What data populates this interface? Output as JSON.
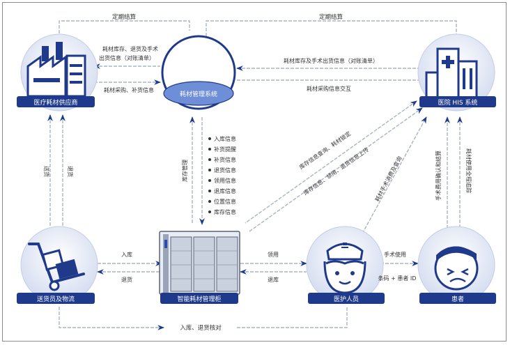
{
  "nodes": {
    "supplier": "医疗耗材供应商",
    "system": "耗材管理系统",
    "his": "医院 HIS 系统",
    "delivery": "送货员及物流",
    "cabinet": "智能耗材管理柜",
    "staff": "医护人员",
    "patient": "患者"
  },
  "edges": {
    "settle_left": "定期结算",
    "settle_right": "定期结算",
    "sys_to_supplier_1": "耗材库存、退货及手术",
    "sys_to_supplier_2": "出货信息（对账清单）",
    "supplier_to_sys": "耗材采购、补货信息",
    "sys_his_top": "耗材库存及手术出货信息（对账清单）",
    "sys_his_bottom": "耗材采购信息交互",
    "supplier_delivery_1": "送货",
    "supplier_delivery_2": "退货",
    "cabinet_sys": "库存管理",
    "info_list": [
      "入库信息",
      "补货提醒",
      "补货信息",
      "退货信息",
      "领用信息",
      "退库信息",
      "位置信息",
      "库存信息"
    ],
    "his_cabinet_1": "库存信息查询、耗材锁定",
    "his_cabinet_2": "库存信息、领用、退货信息上传",
    "staff_his": "耗材手术消费及查询",
    "his_patient_1": "手术费用确认和结算",
    "his_patient_2": "耗材使用全程追踪",
    "stockin": "入库",
    "return": "退货",
    "use": "领用",
    "restock": "退库",
    "surgery_use": "手术使用",
    "barcode": "条码 + 患者 ID",
    "bottom": "入库、退货核对"
  },
  "colors": {
    "accent": "#1f3a8a",
    "icon_fill": "#ffffff",
    "circle_bg": "#dfe6f6",
    "arrow": "#aab3c4",
    "system_blue": "#6f8ed8"
  }
}
